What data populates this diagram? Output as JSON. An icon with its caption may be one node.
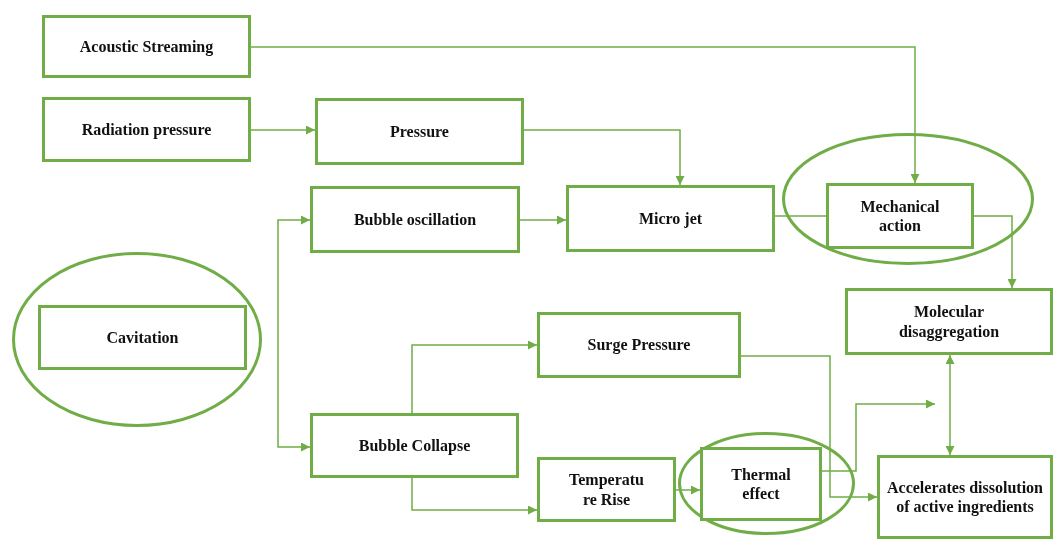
{
  "diagram": {
    "nodes": [
      {
        "text": [
          "Acoustic Streaming"
        ]
      },
      {
        "text": [
          "Radiation pressure"
        ]
      },
      {
        "text": [
          "Pressure"
        ]
      },
      {
        "text": [
          "Bubble oscillation"
        ]
      },
      {
        "text": [
          "Micro jet"
        ]
      },
      {
        "text": [],
        "shape": "ellipse"
      },
      {
        "text": [
          "Mechanical action"
        ],
        "in": 5
      },
      {
        "text": [
          "Molecular disaggregation"
        ]
      },
      {
        "text": [],
        "shape": "ellipse"
      },
      {
        "text": [
          "Cavitation"
        ],
        "in": 8
      },
      {
        "text": [
          "Surge Pressure"
        ]
      },
      {
        "text": [
          "Bubble Collapse"
        ]
      },
      {
        "text": [
          "Temperatu re Rise"
        ]
      },
      {
        "text": [],
        "shape": "ellipse"
      },
      {
        "text": [
          "Thermal effect"
        ],
        "in": 13
      },
      {
        "text": [
          "Accelerates dissolution of active ingredients"
        ]
      }
    ],
    "edges": [
      {
        "from": 0,
        "to": 6,
        "arrow": "to"
      },
      {
        "from": 1,
        "to": 2,
        "arrow": "to"
      },
      {
        "from": 2,
        "to": 4,
        "arrow": "to"
      },
      {
        "from": 3,
        "to": 4,
        "arrow": "to"
      },
      {
        "from": 4,
        "to": 6,
        "arrow": "none"
      },
      {
        "from": 6,
        "to": 7,
        "arrow": "to"
      },
      {
        "from": null,
        "to": 3,
        "arrow": "to"
      },
      {
        "from": null,
        "to": 11,
        "arrow": "to"
      },
      {
        "from": 11,
        "to": 10,
        "arrow": "to"
      },
      {
        "from": 11,
        "to": 12,
        "arrow": "to"
      },
      {
        "from": 12,
        "to": 14,
        "arrow": "to"
      },
      {
        "from": 10,
        "to": 15,
        "arrow": "to"
      },
      {
        "from": 14,
        "to": null,
        "arrow": "to"
      },
      {
        "from": 7,
        "to": 15,
        "arrow": "both"
      }
    ]
  }
}
